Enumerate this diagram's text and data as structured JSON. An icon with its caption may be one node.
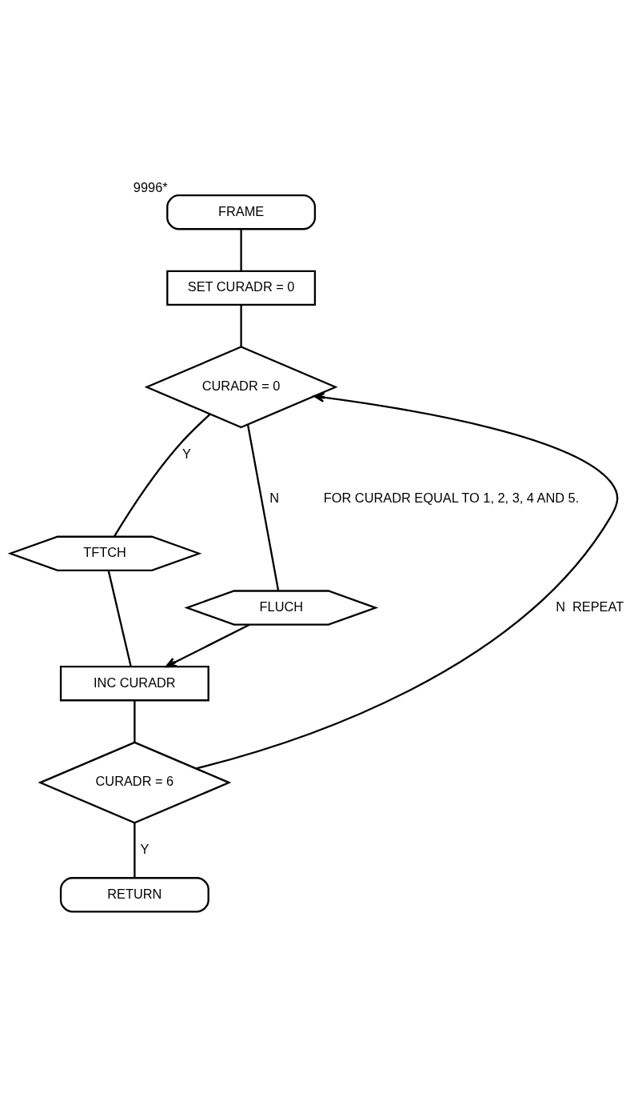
{
  "diagram": {
    "nodes": [
      {
        "text": [
          "FRAME"
        ],
        "beside": [
          "9996*"
        ]
      },
      {
        "text": [
          "SET CURADR = 0"
        ]
      },
      {
        "text": [
          "CURADR = 0"
        ]
      },
      {
        "text": [
          "TFTCH"
        ]
      },
      {
        "text": [
          "FLUCH"
        ]
      },
      {
        "text": [
          "INC CURADR"
        ]
      },
      {
        "text": [
          "CURADR = 6"
        ]
      },
      {
        "text": [
          "RETURN"
        ]
      }
    ],
    "edges": [
      {
        "from": 0,
        "to": 1,
        "arrow": "none"
      },
      {
        "from": 1,
        "to": 2,
        "arrow": "none"
      },
      {
        "from": 2,
        "to": 3,
        "arrow": "none",
        "label": "Y"
      },
      {
        "from": 2,
        "to": 4,
        "arrow": "none",
        "label": "N"
      },
      {
        "from": 3,
        "to": 5,
        "arrow": "none"
      },
      {
        "from": 4,
        "to": 5,
        "arrow": "to"
      },
      {
        "from": 5,
        "to": 6,
        "arrow": "none"
      },
      {
        "from": 6,
        "to": 7,
        "arrow": "none",
        "label": "Y"
      },
      {
        "from": 6,
        "to": 2,
        "arrow": "to",
        "label": "N  REPEAT"
      }
    ],
    "labels": [
      "FOR CURADR EQUAL TO 1, 2, 3, 4 AND 5."
    ]
  }
}
